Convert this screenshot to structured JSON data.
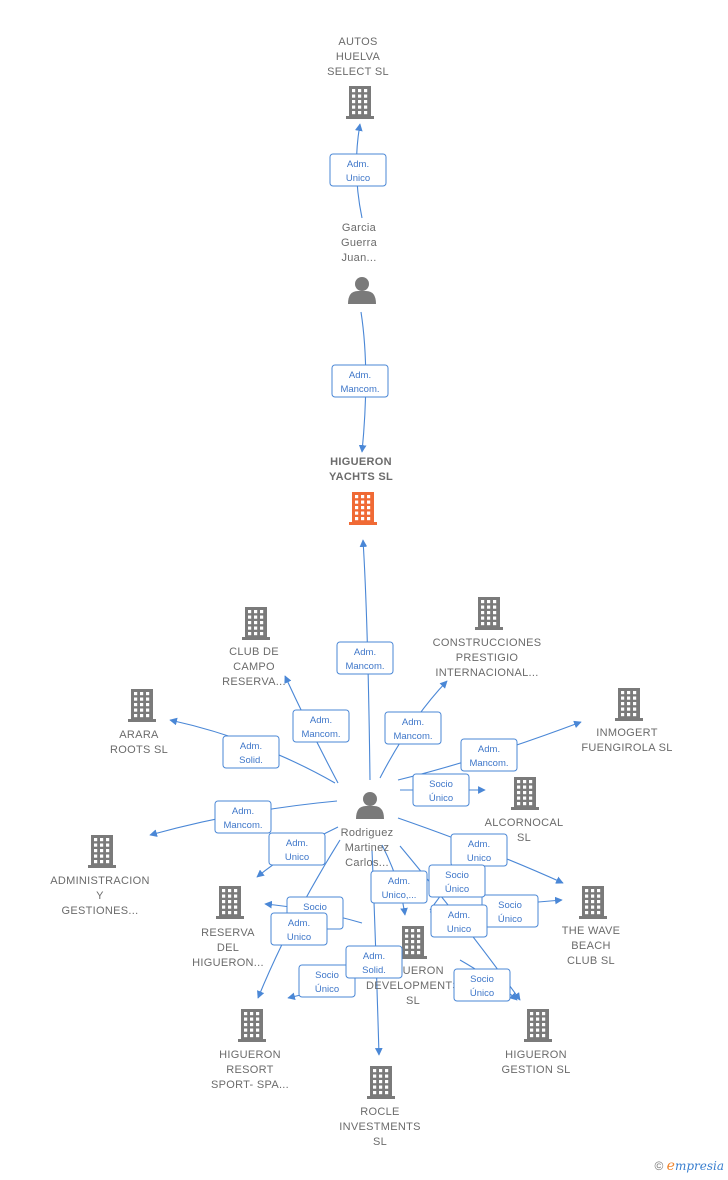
{
  "colors": {
    "edge": "#4a87d6",
    "building": "#7a7a7a",
    "focus": "#f06a35",
    "person": "#7a7a7a"
  },
  "nodes": [
    {
      "id": "autos",
      "type": "company",
      "icon": "building-icon",
      "label": [
        "AUTOS",
        "HUELVA",
        "SELECT  SL"
      ]
    },
    {
      "id": "garcia",
      "type": "person",
      "icon": "person-icon",
      "label": [
        "Garcia",
        "Guerra",
        "Juan..."
      ]
    },
    {
      "id": "higueron_yachts",
      "type": "company",
      "focus": true,
      "icon": "building-icon",
      "label": [
        "HIGUERON",
        "YACHTS  SL"
      ]
    },
    {
      "id": "club_campo",
      "type": "company",
      "icon": "building-icon",
      "label": [
        "CLUB DE",
        "CAMPO",
        "RESERVA..."
      ]
    },
    {
      "id": "construcciones",
      "type": "company",
      "icon": "building-icon",
      "label": [
        "CONSTRUCCIONES",
        "PRESTIGIO",
        "INTERNACIONAL..."
      ]
    },
    {
      "id": "arara",
      "type": "company",
      "icon": "building-icon",
      "label": [
        "ARARA",
        "ROOTS  SL"
      ]
    },
    {
      "id": "inmogert",
      "type": "company",
      "icon": "building-icon",
      "label": [
        "INMOGERT",
        "FUENGIROLA SL"
      ]
    },
    {
      "id": "alcornocal",
      "type": "company",
      "icon": "building-icon",
      "label": [
        "ALCORNOCAL",
        "SL"
      ]
    },
    {
      "id": "rodriguez",
      "type": "person",
      "icon": "person-icon",
      "label": [
        "Rodriguez",
        "Martinez",
        "Carlos..."
      ]
    },
    {
      "id": "administracion",
      "type": "company",
      "icon": "building-icon",
      "label": [
        "ADMINISTRACION",
        "Y",
        "GESTIONES..."
      ]
    },
    {
      "id": "reserva",
      "type": "company",
      "icon": "building-icon",
      "label": [
        "RESERVA",
        "DEL",
        "HIGUERON..."
      ]
    },
    {
      "id": "wave",
      "type": "company",
      "icon": "building-icon",
      "label": [
        "THE WAVE",
        "BEACH",
        "CLUB  SL"
      ]
    },
    {
      "id": "developments",
      "type": "company",
      "icon": "building-icon",
      "label": [
        "HIGUERON",
        "DEVELOPMENTS",
        "SL"
      ]
    },
    {
      "id": "resort",
      "type": "company",
      "icon": "building-icon",
      "label": [
        "HIGUERON",
        "RESORT",
        "SPORT- SPA..."
      ]
    },
    {
      "id": "gestion",
      "type": "company",
      "icon": "building-icon",
      "label": [
        "HIGUERON",
        "GESTION  SL"
      ]
    },
    {
      "id": "rocle",
      "type": "company",
      "icon": "building-icon",
      "label": [
        "ROCLE",
        "INVESTMENTS",
        "SL"
      ]
    }
  ],
  "edges": [
    {
      "from": "garcia",
      "to": "autos",
      "label": [
        "Adm.",
        "Unico"
      ]
    },
    {
      "from": "garcia",
      "to": "higueron_yachts",
      "label": [
        "Adm.",
        "Mancom."
      ]
    },
    {
      "from": "rodriguez",
      "to": "higueron_yachts",
      "label": [
        "Adm.",
        "Mancom."
      ]
    },
    {
      "from": "rodriguez",
      "to": "club_campo",
      "label": [
        "Adm.",
        "Mancom."
      ]
    },
    {
      "from": "rodriguez",
      "to": "construcciones",
      "label": [
        "Adm.",
        "Mancom."
      ]
    },
    {
      "from": "rodriguez",
      "to": "arara",
      "label": [
        "Adm.",
        "Solid."
      ]
    },
    {
      "from": "rodriguez",
      "to": "inmogert",
      "label": [
        "Adm.",
        "Mancom."
      ]
    },
    {
      "from": "rodriguez",
      "to": "alcornocal",
      "label": [
        "Socio",
        "Único"
      ]
    },
    {
      "from": "rodriguez",
      "to": "administracion",
      "label": [
        "Adm.",
        "Mancom."
      ]
    },
    {
      "from": "rodriguez",
      "to": "reserva",
      "label": [
        "Adm.",
        "Unico"
      ]
    },
    {
      "from": "rodriguez",
      "to": "wave",
      "label": [
        "Adm.",
        "Unico"
      ]
    },
    {
      "from": "rodriguez",
      "to": "wave",
      "label": [
        "Socio",
        "Único"
      ]
    },
    {
      "from": "rodriguez",
      "to": "developments",
      "label": [
        "Adm.",
        "Unico,..."
      ]
    },
    {
      "from": "rodriguez",
      "to": "reserva",
      "label": [
        "Socio",
        "Único"
      ]
    },
    {
      "from": "rodriguez",
      "to": "resort",
      "label": [
        "Adm.",
        "Unico"
      ]
    },
    {
      "from": "rodriguez",
      "to": "developments",
      "label": [
        "Socio",
        "Único"
      ]
    },
    {
      "from": "rodriguez",
      "to": "gestion",
      "label": [
        "Adm.",
        "Unico"
      ]
    },
    {
      "from": "rodriguez",
      "to": "resort",
      "label": [
        "Socio",
        "Único"
      ]
    },
    {
      "from": "rodriguez",
      "to": "rocle",
      "label": [
        "Adm.",
        "Solid."
      ]
    },
    {
      "from": "rodriguez",
      "to": "gestion",
      "label": [
        "Socio",
        "Único"
      ]
    }
  ],
  "footer": {
    "copyright": "©",
    "brand_initial": "e",
    "brand_rest": "mpresia"
  }
}
